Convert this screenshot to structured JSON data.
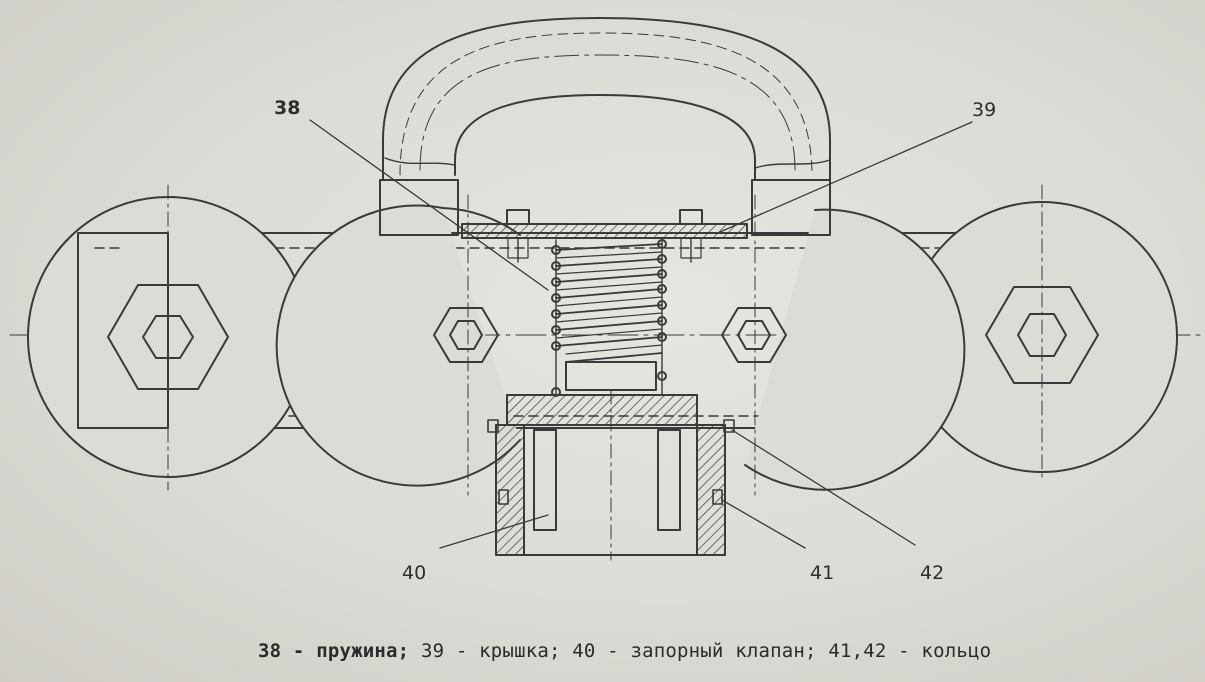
{
  "callouts": {
    "n38": "38",
    "n39": "39",
    "n40": "40",
    "n41": "41",
    "n42": "42"
  },
  "caption": {
    "lead_bold": "38 - пружина;",
    "rest": " 39 - крышка; 40 - запорный клапан; 41,42 - кольцо"
  },
  "colors": {
    "ink": "#3a3a3a",
    "paper": "#dcdbd5"
  }
}
